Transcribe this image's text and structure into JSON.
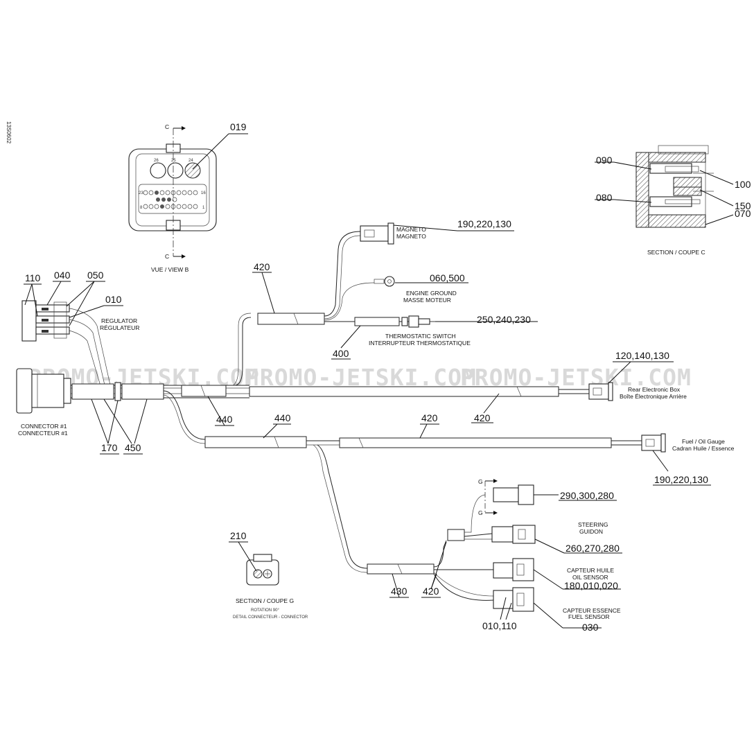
{
  "doc_id": "13S0602",
  "watermark": "PROMO-JETSKI.COM",
  "views": {
    "view_b": "VUE / VIEW B",
    "section_c": "SECTION / COUPE C",
    "section_g": "SECTION / COUPE G",
    "rotation": "ROTATION 90°",
    "detail_connector": "DETAIL CONNECTEUR - CONNECTOR",
    "cut_c": "C",
    "cut_g": "G"
  },
  "pins": {
    "p26": "26",
    "p25": "25",
    "p24": "24",
    "p23": "23",
    "p16": "16",
    "p8": "8",
    "p1": "1"
  },
  "labels": {
    "regulator_en": "REGULATOR",
    "regulator_fr": "RÉGULATEUR",
    "connector1_en": "CONNECTOR #1",
    "connector1_fr": "CONNECTEUR #1",
    "magneto_en": "MAGNETO",
    "magneto_fr": "MAGNETO",
    "engine_ground_en": "ENGINE GROUND",
    "engine_ground_fr": "MASSE MOTEUR",
    "thermo_en": "THERMOSTATIC SWITCH",
    "thermo_fr": "INTERRUPTEUR THERMOSTATIQUE",
    "rear_box_en": "Rear Electronic Box",
    "rear_box_fr": "Boîte Électronique Arrière",
    "gauge_en": "Fuel / Oil Gauge",
    "gauge_fr": "Cadran Huile / Essence",
    "steering_en": "STEERING",
    "steering_fr": "GUIDON",
    "oil_fr": "CAPTEUR HUILE",
    "oil_en": "OIL SENSOR",
    "fuel_fr": "CAPTEUR ESSENCE",
    "fuel_en": "FUEL SENSOR"
  },
  "refs": {
    "r019": "019",
    "r090": "090",
    "r080": "080",
    "r100": "100",
    "r150": "150",
    "r070": "070",
    "r110": "110",
    "r040": "040",
    "r050": "050",
    "r010": "010",
    "r190a": "190,220,130",
    "r060": "060,500",
    "r250": "250,240,230",
    "r400": "400",
    "r420a": "420",
    "r120": "120,140,130",
    "r420b": "420",
    "r440a": "440",
    "r440b": "440",
    "r420c": "420",
    "r170": "170",
    "r450": "450",
    "r190b": "190,220,130",
    "r290": "290,300,280",
    "r260": "260,270,280",
    "r180": "180,010,020",
    "r030": "030",
    "r010b": "010,110",
    "r430": "430",
    "r420d": "420",
    "r210": "210"
  }
}
